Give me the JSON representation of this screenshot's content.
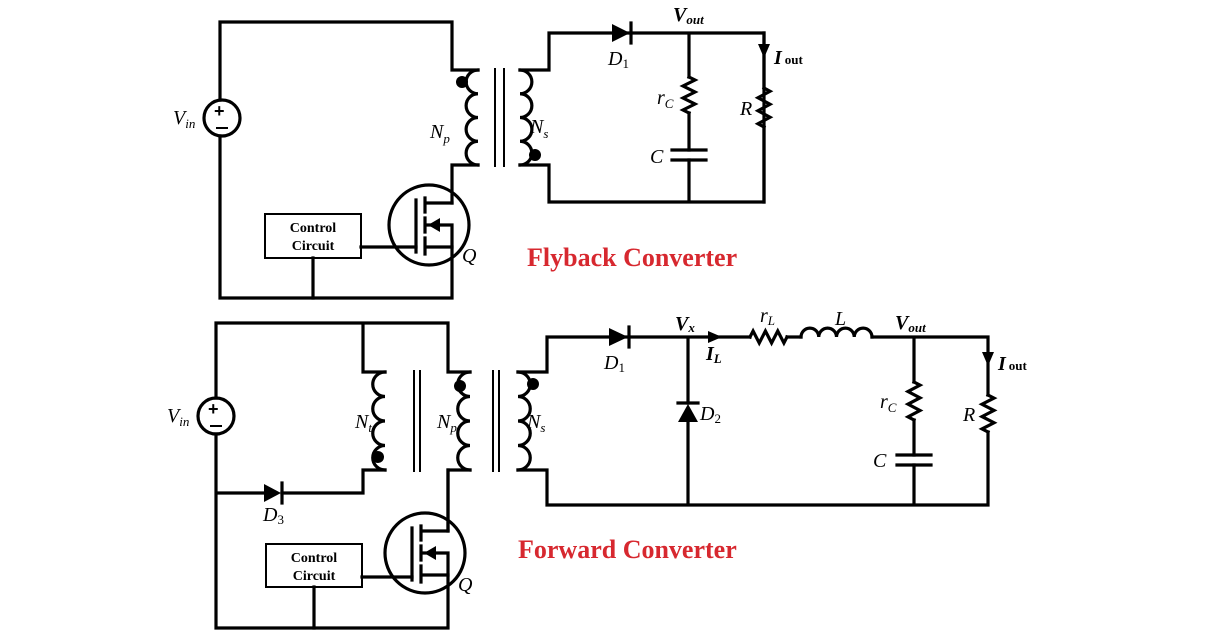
{
  "colors": {
    "title": "#d7282f",
    "wire": "#000000"
  },
  "flyback": {
    "title": "Flyback Converter",
    "vin": {
      "main": "V",
      "sub": "in"
    },
    "np": {
      "main": "N",
      "sub": "p"
    },
    "ns": {
      "main": "N",
      "sub": "s"
    },
    "d1": {
      "main": "D",
      "sub": "1"
    },
    "vout": {
      "main": "V",
      "sub": "out"
    },
    "iout": {
      "main": "I",
      "sub": "out"
    },
    "rc": {
      "main": "r",
      "sub": "C"
    },
    "r": "R",
    "c": "C",
    "q": "Q",
    "control": {
      "line1": "Control",
      "line2": "Circuit"
    }
  },
  "forward": {
    "title": "Forward Converter",
    "vin": {
      "main": "V",
      "sub": "in"
    },
    "nt": {
      "main": "N",
      "sub": "t"
    },
    "np": {
      "main": "N",
      "sub": "p"
    },
    "ns": {
      "main": "N",
      "sub": "s"
    },
    "d1": {
      "main": "D",
      "sub": "1"
    },
    "d2": {
      "main": "D",
      "sub": "2"
    },
    "d3": {
      "main": "D",
      "sub": "3"
    },
    "vx": {
      "main": "V",
      "sub": "x"
    },
    "il": {
      "main": "I",
      "sub": "L"
    },
    "rl": {
      "main": "r",
      "sub": "L"
    },
    "l": "L",
    "vout": {
      "main": "V",
      "sub": "out"
    },
    "iout": {
      "main": "I",
      "sub": "out"
    },
    "rc": {
      "main": "r",
      "sub": "C"
    },
    "r": "R",
    "c": "C",
    "q": "Q",
    "control": {
      "line1": "Control",
      "line2": "Circuit"
    }
  }
}
